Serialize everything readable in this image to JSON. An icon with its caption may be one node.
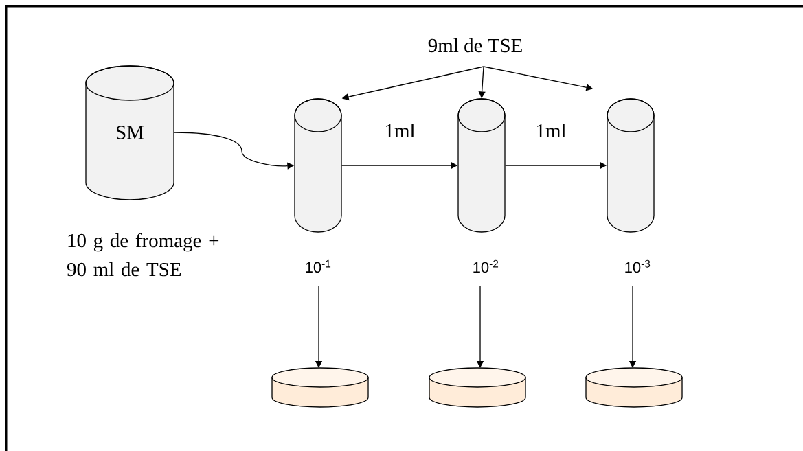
{
  "diagram": {
    "nodes": [
      {
        "text": [
          "SM"
        ],
        "beside": [
          "10 g de fromage + 90 ml de TSE"
        ]
      },
      {
        "text": [
          "9ml de TSE"
        ]
      },
      {
        "text": [],
        "shape": "cylinder",
        "beside": [
          "10$^{-1}$"
        ]
      },
      {
        "text": [],
        "shape": "cylinder",
        "beside": [
          "10$^{-2}$"
        ]
      },
      {
        "text": [],
        "shape": "cylinder",
        "beside": [
          "10$^{-3}$"
        ]
      },
      {
        "text": [],
        "shape": "dish"
      },
      {
        "text": [],
        "shape": "dish"
      },
      {
        "text": [],
        "shape": "dish"
      }
    ],
    "edges": [
      {
        "from": 0,
        "to": 2,
        "arrow": "to"
      },
      {
        "from": 1,
        "to": 2,
        "arrow": "to"
      },
      {
        "from": 1,
        "to": 3,
        "arrow": "to"
      },
      {
        "from": 1,
        "to": 4,
        "arrow": "to"
      },
      {
        "from": 2,
        "to": 3,
        "arrow": "to",
        "label": "1ml"
      },
      {
        "from": 3,
        "to": 4,
        "arrow": "to",
        "label": "1ml"
      },
      {
        "from": null,
        "to": 5,
        "arrow": "to"
      },
      {
        "from": null,
        "to": 6,
        "arrow": "to"
      },
      {
        "from": null,
        "to": 7,
        "arrow": "to"
      }
    ]
  }
}
